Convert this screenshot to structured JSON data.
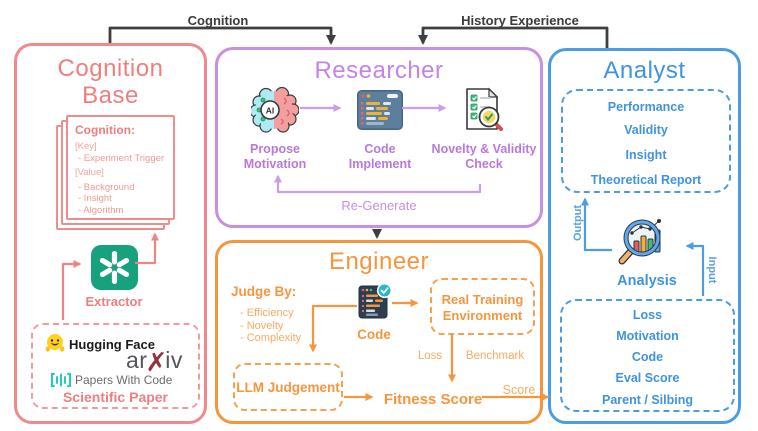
{
  "colors": {
    "salmon": "#ee8585",
    "purple": "#c98fe0",
    "orange": "#f5963c",
    "blue": "#4b9ce2",
    "dark_arrow": "#3f3f3f",
    "chatgpt_green": "#17a17d",
    "hf_yellow": "#ffd21e",
    "pwc_teal": "#21cbc7"
  },
  "top_arrows": {
    "cognition_label": "Cognition",
    "history_label": "History Experience"
  },
  "cognition_base": {
    "title_line1": "Cognition",
    "title_line2": "Base",
    "card": {
      "title": "Cognition:",
      "key_header": "[Key]",
      "key_item": "- Experiment Trigger",
      "value_header": "[Value]",
      "value_items": [
        "- Background",
        "- Insight",
        "- Algorithm"
      ]
    },
    "extractor_label": "Extractor",
    "paper_box": {
      "huggingface": "Hugging Face",
      "arxiv": {
        "pre": "ar",
        "x": "✗",
        "post": "iv"
      },
      "pwc": "Papers With Code",
      "label": "Scientific Paper"
    }
  },
  "researcher": {
    "title": "Researcher",
    "ai_badge": "AI",
    "steps": [
      {
        "l1": "Propose",
        "l2": "Motivation"
      },
      {
        "l1": "Code",
        "l2": "Implement"
      },
      {
        "l1": "Novelty & Validity",
        "l2": "Check"
      }
    ],
    "regenerate_label": "Re-Generate"
  },
  "engineer": {
    "title": "Engineer",
    "judge_by": "Judge By:",
    "judge_items": [
      "- Efficiency",
      "- Novelty",
      "- Complexity"
    ],
    "code_label": "Code",
    "rte_line1": "Real Training",
    "rte_line2": "Environment",
    "llm_box_label": "LLM Judgement",
    "fitness_label": "Fitness Score",
    "loss_label": "Loss",
    "benchmark_label": "Benchmark",
    "score_label": "Score"
  },
  "analyst": {
    "title": "Analyst",
    "report_items": [
      "Performance",
      "Validity",
      "Insight",
      "Theoretical Report"
    ],
    "analysis_label": "Analysis",
    "output_label": "Output",
    "input_label": "Input",
    "state_items": [
      "Loss",
      "Motivation",
      "Code",
      "Eval Score",
      "Parent / Silbing"
    ]
  },
  "icons": [
    "ai-brain-icon",
    "code-window-icon",
    "doc-check-icon",
    "code-badge-icon",
    "analysis-magnifier-icon",
    "chatgpt-icon",
    "huggingface-icon",
    "papers-with-code-icon",
    "arxiv-logo"
  ]
}
